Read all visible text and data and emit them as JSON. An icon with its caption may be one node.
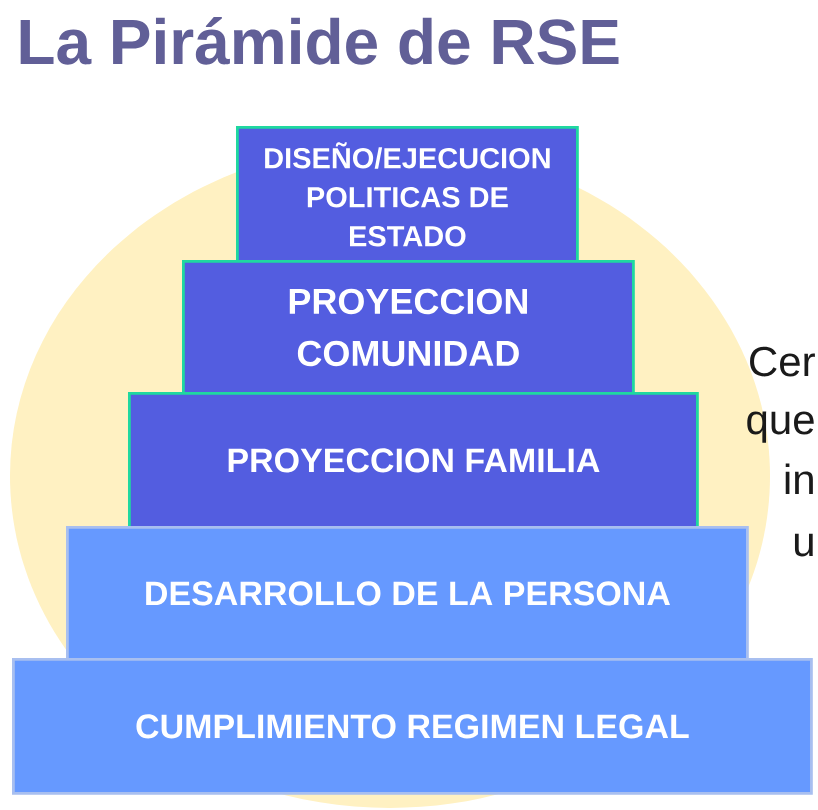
{
  "diagram": {
    "title": "La Pirámide de RSE",
    "nodes": [
      {
        "text": [
          "DISEÑO/EJECUCION POLITICAS DE ESTADO"
        ]
      },
      {
        "text": [
          "PROYECCION COMUNIDAD"
        ]
      },
      {
        "text": [
          "PROYECCION FAMILIA"
        ]
      },
      {
        "text": [
          "DESARROLLO DE LA PERSONA"
        ]
      },
      {
        "text": [
          "CUMPLIMIENTO REGIMEN LEGAL"
        ]
      }
    ],
    "labels": [
      "Cer",
      "que",
      "in",
      "u"
    ]
  }
}
